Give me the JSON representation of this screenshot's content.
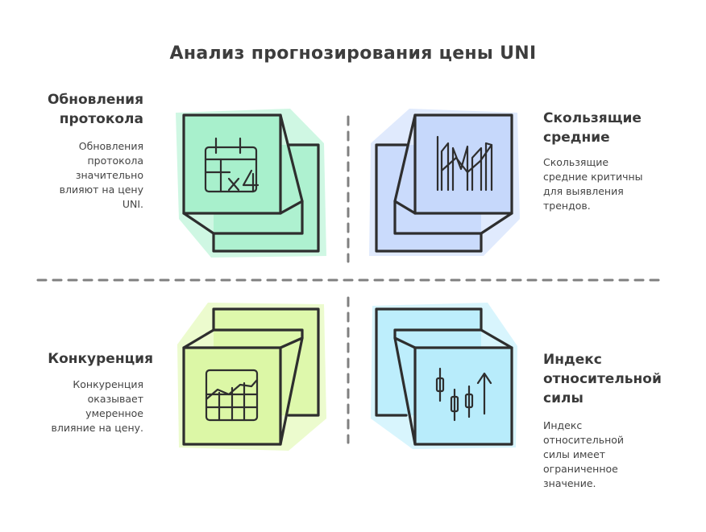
{
  "title": "Анализ прогнозирования цены UNI",
  "quadrants": [
    {
      "heading_lines": [
        "Обновления",
        "протокола"
      ],
      "desc_lines": [
        "Обновления",
        "протокола",
        "значительно",
        "влияют на цену",
        "UNI."
      ],
      "color": "#a8f0cc",
      "icon": "calendar-x4-icon"
    },
    {
      "heading_lines": [
        "Скользящие",
        "средние"
      ],
      "desc_lines": [
        "Скользящие",
        "средние критичны",
        "для выявления",
        "трендов."
      ],
      "color": "#c6d8fb",
      "icon": "bar-chart-icon"
    },
    {
      "heading_lines": [
        "Конкуренция"
      ],
      "desc_lines": [
        "Конкуренция",
        "оказывает",
        "умеренное",
        "влияние на цену."
      ],
      "color": "#dcf7a6",
      "icon": "line-chart-grid-icon"
    },
    {
      "heading_lines": [
        "Индекс",
        "относительной",
        "силы"
      ],
      "desc_lines": [
        "Индекс",
        "относительной",
        "силы имеет",
        "ограниченное",
        "значение."
      ],
      "color": "#b8ecfb",
      "icon": "candlestick-icon"
    }
  ]
}
